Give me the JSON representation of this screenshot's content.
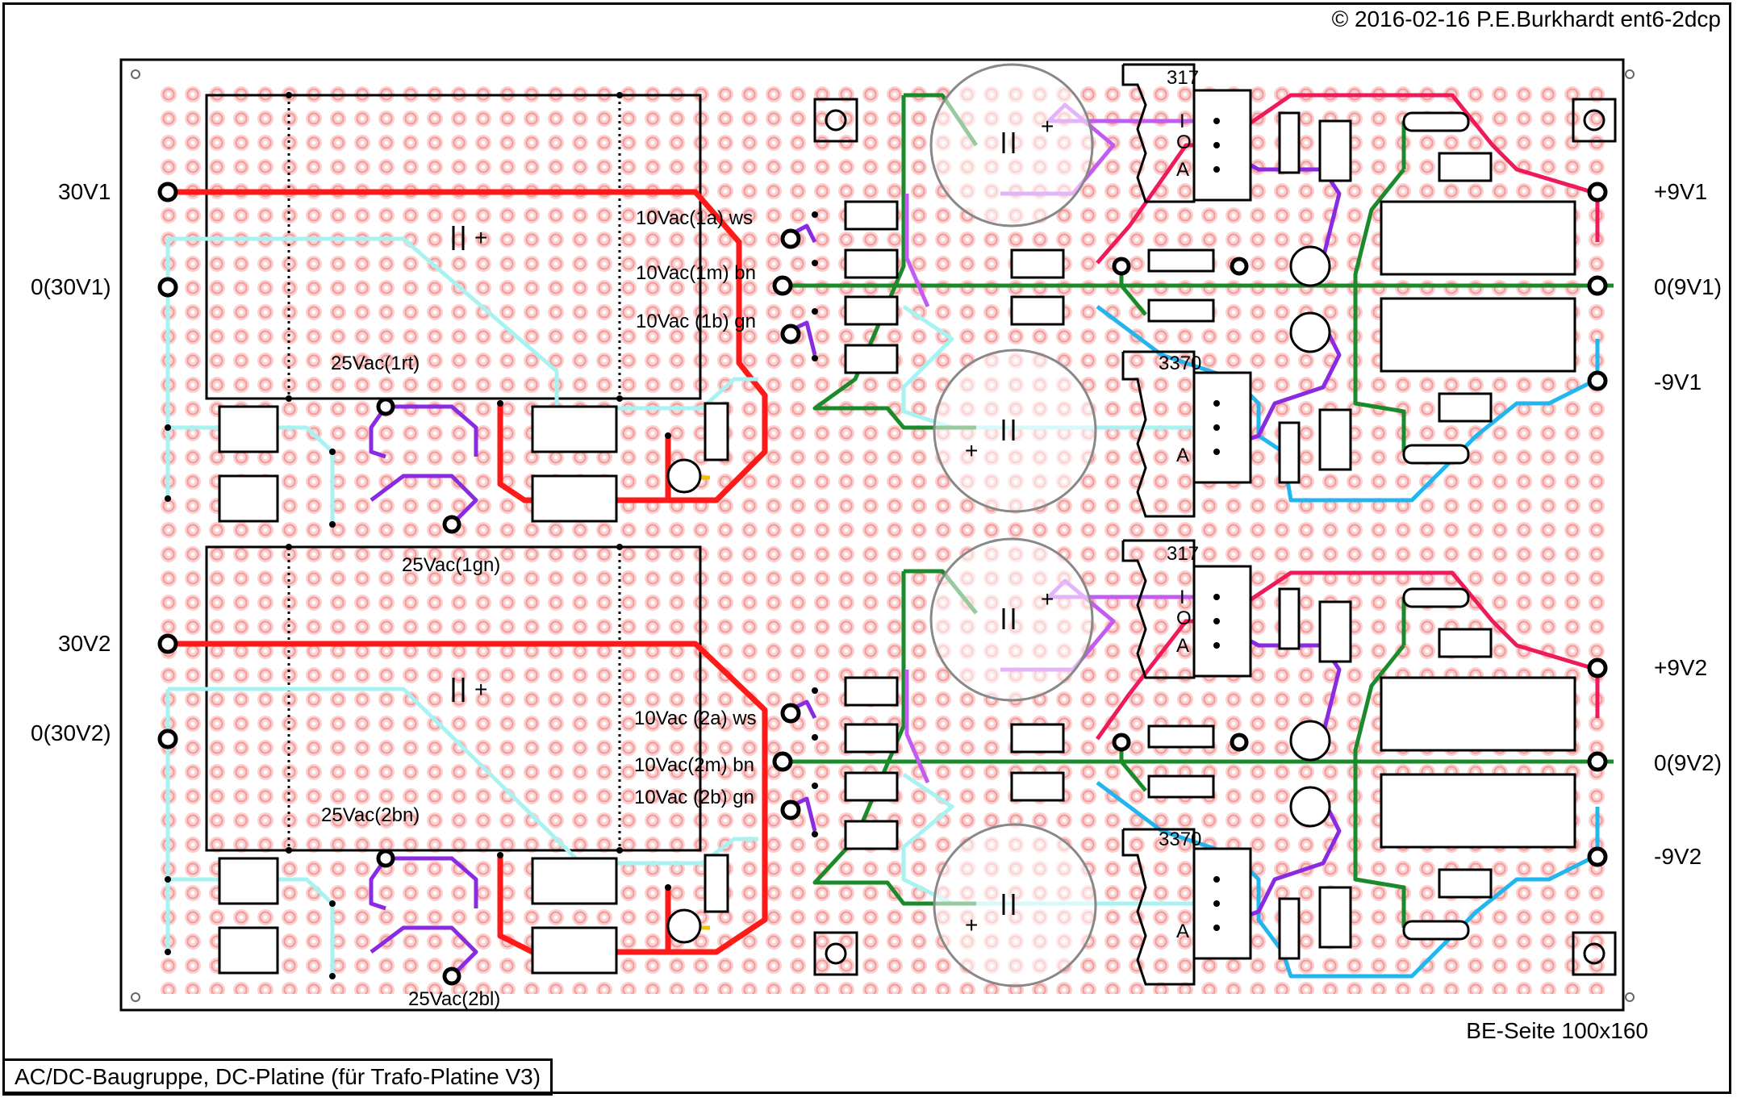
{
  "header": {
    "copyright": "© 2016-02-16 P.E.Burkhardt ent6-2dcp"
  },
  "footer": {
    "title": "AC/DC-Baugruppe, DC-Platine (für Trafo-Platine V3)",
    "board": "BE-Seite 100x160"
  },
  "left_labels": {
    "v30_1": "30V1",
    "gnd_30_1": "0(30V1)",
    "v30_2": "30V2",
    "gnd_30_2": "0(30V2)"
  },
  "right_labels": {
    "p9_1": "+9V1",
    "gnd_9_1": "0(9V1)",
    "m9_1": "-9V1",
    "p9_2": "+9V2",
    "gnd_9_2": "0(9V2)",
    "m9_2": "-9V2"
  },
  "connector_labels": {
    "ac_1a": "10Vac(1a) ws",
    "ac_1m": "10Vac(1m) bn",
    "ac_1b": "10Vac (1b) gn",
    "ac_2a": "10Vac (2a) ws",
    "ac_2m": "10Vac(2m) bn",
    "ac_2b": "10Vac (2b) gn",
    "ac25_1rt": "25Vac(1rt)",
    "ac25_1gn": "25Vac(1gn)",
    "ac25_2bn": "25Vac(2bn)",
    "ac25_2bl": "25Vac(2bl)"
  },
  "regulators": {
    "reg_317": "317",
    "reg_3370": "3370",
    "pin_i": "I",
    "pin_o": "O",
    "pin_a": "A"
  },
  "colors": {
    "background": "#ffffff",
    "pad": "#f4a6a6",
    "trace_red": "#ff0000",
    "trace_cyan": "#a6f0f0",
    "trace_blue": "#22b5ee",
    "trace_green": "#1a8a2a",
    "trace_purple": "#8a2be2",
    "trace_violet": "#b84ae8",
    "trace_pink": "#ee1a5a",
    "trace_yellow": "#f0c000"
  }
}
